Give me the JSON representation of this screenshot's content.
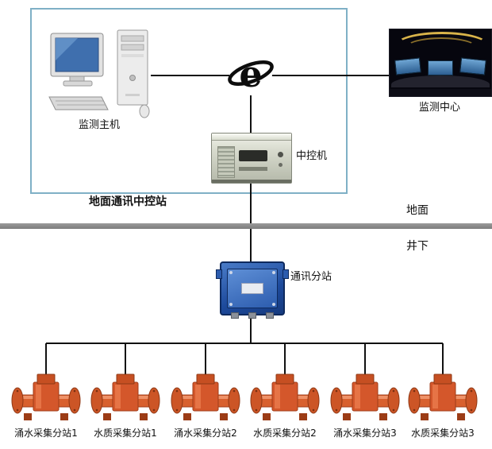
{
  "ground_station": {
    "label": "地面通讯中控站",
    "host_label": "监测主机",
    "server_label": "中控机"
  },
  "monitoring_center": {
    "label": "监测中心"
  },
  "divider": {
    "surface_label": "地面",
    "underground_label": "井下"
  },
  "substation": {
    "label": "通讯分站"
  },
  "devices": [
    {
      "label": "涌水采集分站1"
    },
    {
      "label": "水质采集分站1"
    },
    {
      "label": "涌水采集分站2"
    },
    {
      "label": "水质采集分站2"
    },
    {
      "label": "涌水采集分站3"
    },
    {
      "label": "水质采集分站3"
    }
  ],
  "icons": {
    "internet": "internet-e-icon",
    "host": "desktop-computer-icon",
    "server": "industrial-pc-icon",
    "substation": "junction-box-icon",
    "device": "flow-sensor-icon"
  },
  "colors": {
    "ground_box_border": "#7fb0c6",
    "divider_gray": "#8c8c8c",
    "device_orange": "#d4572b",
    "substation_blue": "#1d4a9c",
    "connector_black": "#111111",
    "screen_blue": "#3f6fae"
  }
}
